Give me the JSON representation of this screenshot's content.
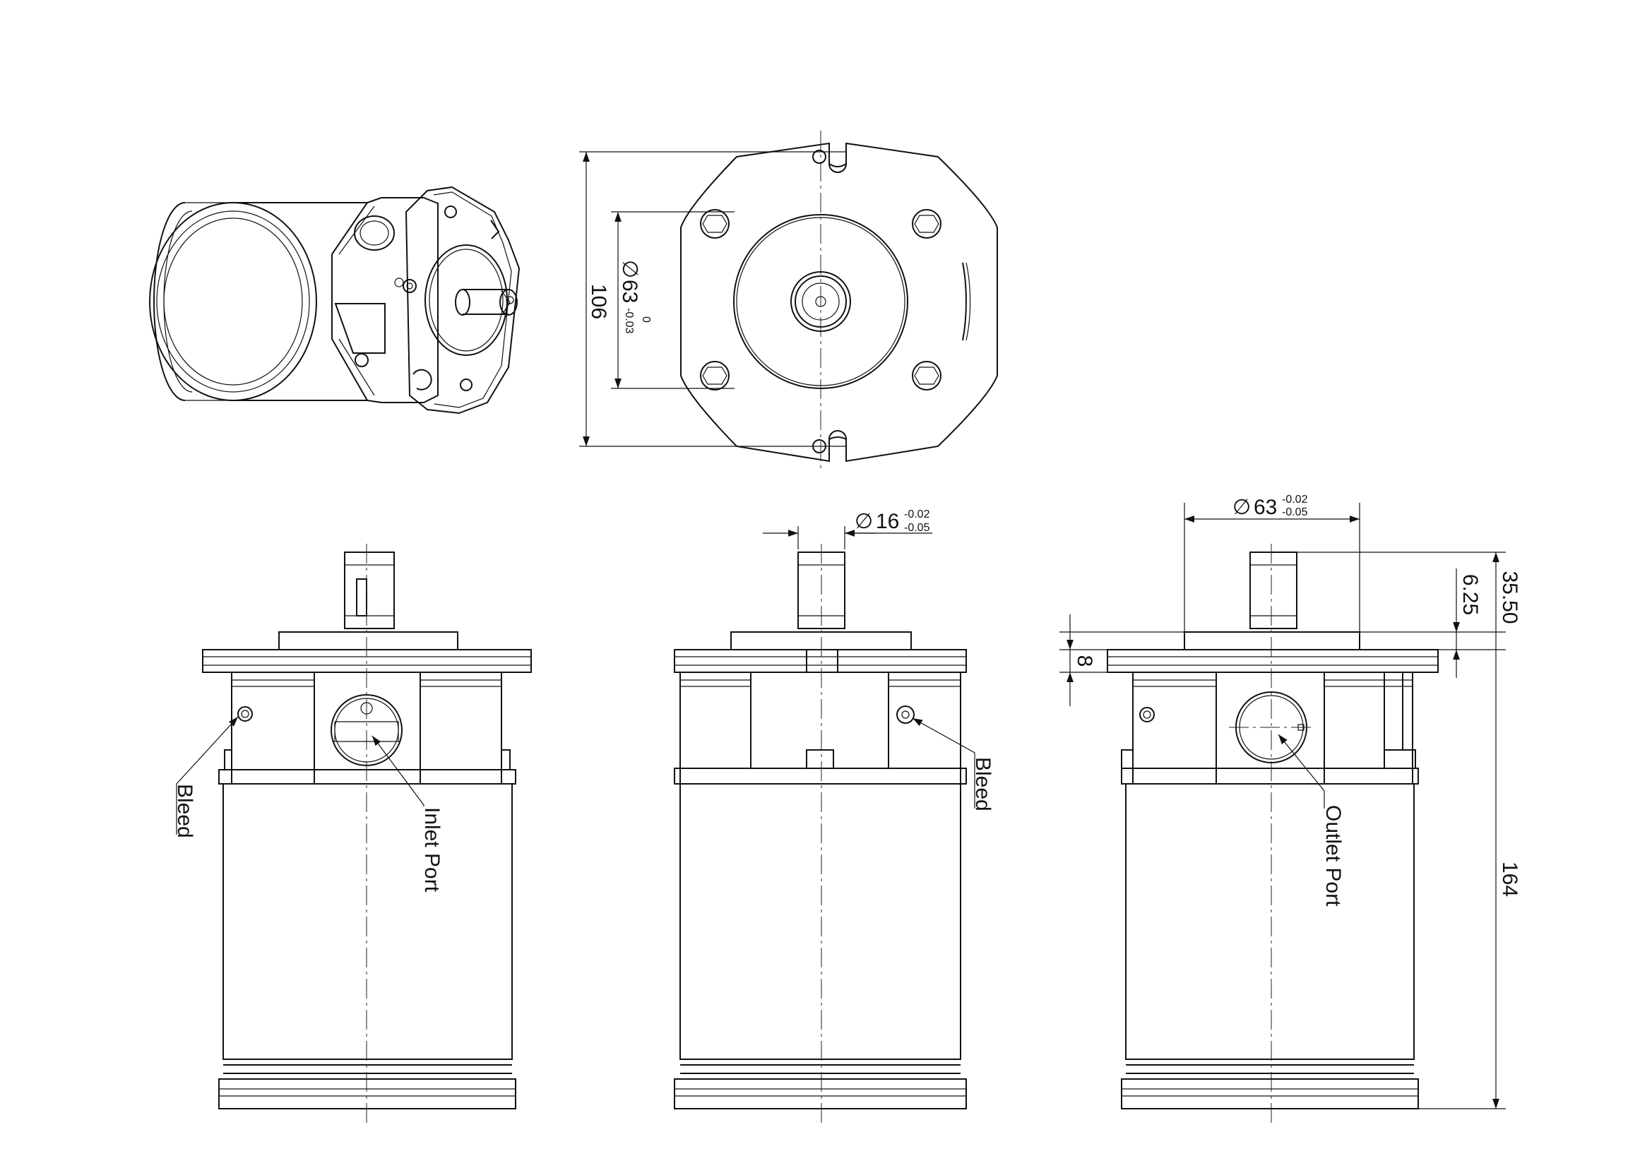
{
  "dimensions": {
    "flange_height": "106",
    "pilot_dia": "63",
    "pilot_dia_tol_upper": "0",
    "pilot_dia_tol_lower": "-0.03",
    "shaft_dia": "16",
    "shaft_dia_tol_upper": "-0.02",
    "shaft_dia_tol_lower": "-0.05",
    "pilot_dia_side": "63",
    "pilot_dia_side_tol_upper": "-0.02",
    "pilot_dia_side_tol_lower": "-0.05",
    "shaft_length": "35.50",
    "pilot_depth": "6.25",
    "flange_thickness": "8",
    "body_length": "164",
    "dia_symbol": "∅"
  },
  "labels": {
    "bleed_left": "Bleed",
    "inlet_port": "Inlet Port",
    "bleed_center": "Bleed",
    "outlet_port": "Outlet Port"
  }
}
